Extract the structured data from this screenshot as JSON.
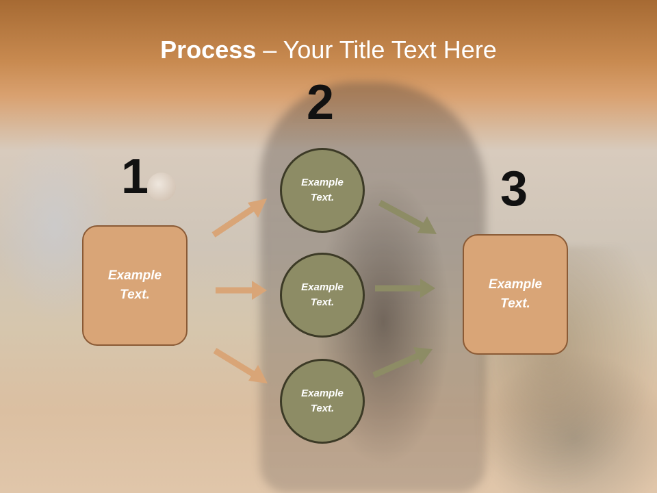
{
  "title": {
    "bold": "Process",
    "rest": " – Your Title Text Here"
  },
  "steps": [
    {
      "number": "1",
      "label": "Example\nText."
    },
    {
      "number": "2"
    },
    {
      "number": "3",
      "label": "Example\nText."
    }
  ],
  "circles": [
    {
      "label": "Example\nText."
    },
    {
      "label": "Example\nText."
    },
    {
      "label": "Example\nText."
    }
  ],
  "colors": {
    "box_fill": "#d9a577",
    "box_border": "#8a5a35",
    "circle_fill": "#8d8c65",
    "circle_border": "#3c3a26",
    "arrow_left": "#d9a577",
    "arrow_right": "#8d8c65",
    "title_bar": "#b87a40"
  }
}
